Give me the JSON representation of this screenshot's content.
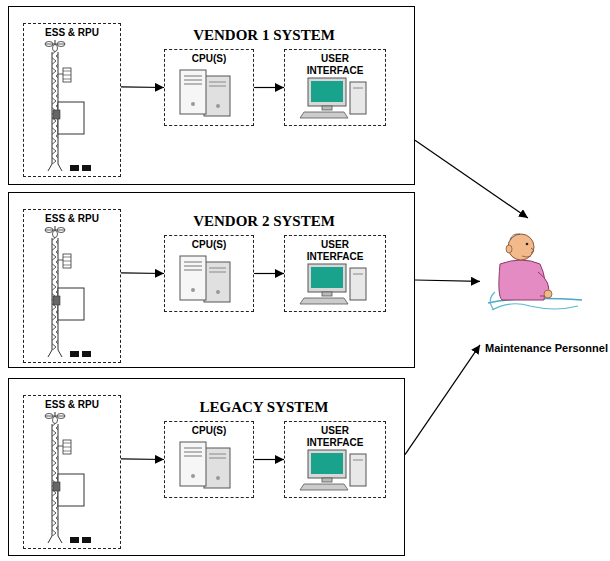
{
  "diagram": {
    "nodes": [
      {
        "text": [
          "VENDOR 1 SYSTEM"
        ]
      },
      {
        "text": [
          "ESS & RPU"
        ],
        "in": 0
      },
      {
        "text": [
          "CPU(S)"
        ],
        "in": 0
      },
      {
        "text": [
          "USER INTERFACE"
        ],
        "in": 0
      },
      {
        "text": [
          "VENDOR 2 SYSTEM"
        ]
      },
      {
        "text": [
          "ESS & RPU"
        ],
        "in": 4
      },
      {
        "text": [
          "CPU(S)"
        ],
        "in": 4
      },
      {
        "text": [
          "USER INTERFACE"
        ],
        "in": 4
      },
      {
        "text": [
          "LEGACY SYSTEM"
        ]
      },
      {
        "text": [
          "ESS & RPU"
        ],
        "in": 8
      },
      {
        "text": [
          "CPU(S)"
        ],
        "in": 8
      },
      {
        "text": [
          "USER INTERFACE"
        ],
        "in": 8
      },
      {
        "text": [
          "Maintenance Personnel"
        ]
      }
    ],
    "edges": [
      {
        "from": 1,
        "to": 2,
        "arrow": "to"
      },
      {
        "from": 2,
        "to": 3,
        "arrow": "to"
      },
      {
        "from": 5,
        "to": 6,
        "arrow": "to"
      },
      {
        "from": 6,
        "to": 7,
        "arrow": "to"
      },
      {
        "from": 9,
        "to": 10,
        "arrow": "to"
      },
      {
        "from": 10,
        "to": 11,
        "arrow": "to"
      },
      {
        "from": 0,
        "to": 12,
        "arrow": "to"
      },
      {
        "from": 4,
        "to": 12,
        "arrow": "to"
      },
      {
        "from": 8,
        "to": 12,
        "arrow": "to"
      }
    ]
  }
}
